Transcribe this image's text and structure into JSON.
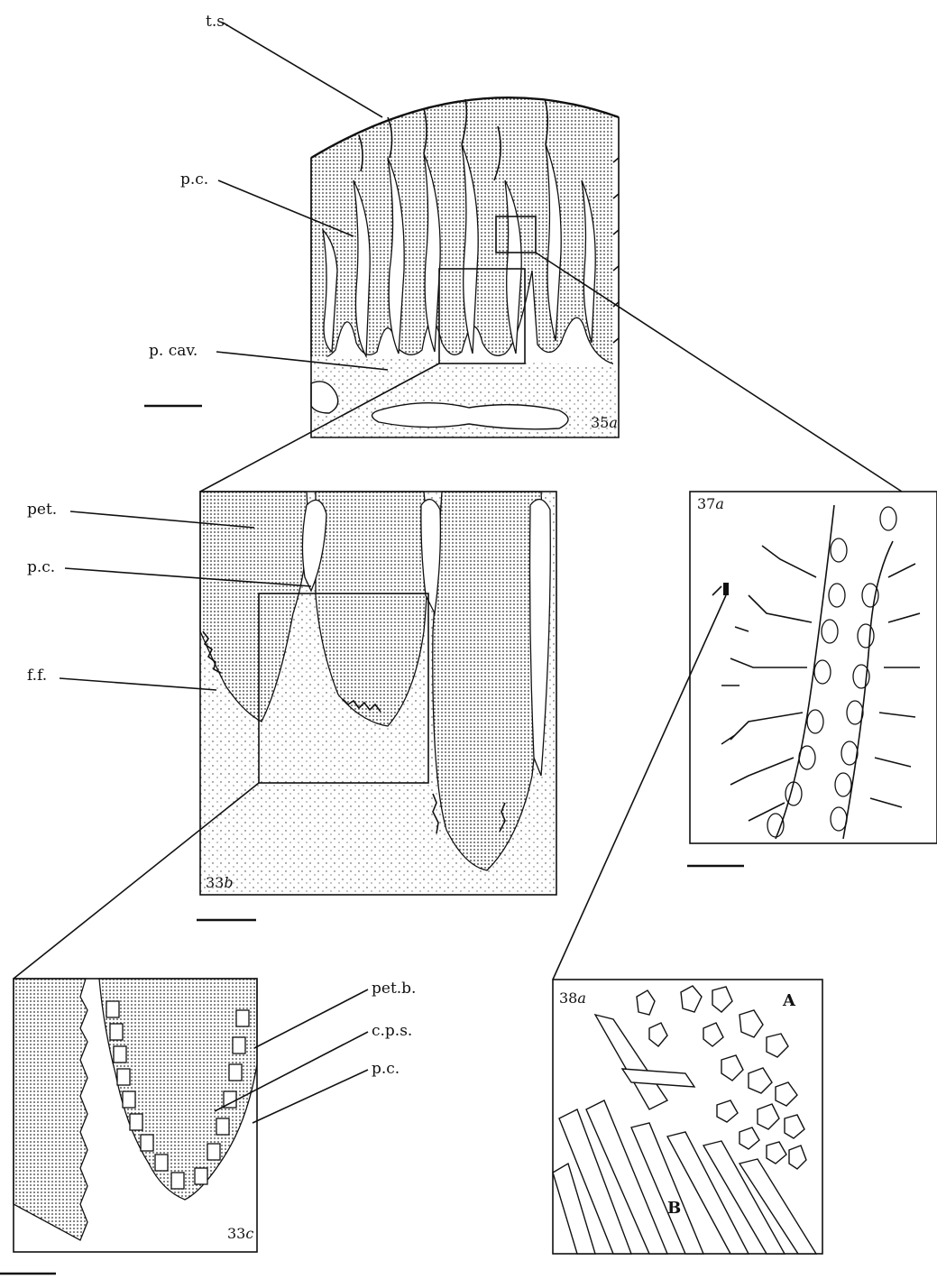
{
  "labels": {
    "ts": "t.s.",
    "pc_35a": "p.c.",
    "pcav": "p. cav.",
    "pet": "pet.",
    "pc_33b": "p.c.",
    "ff": "f.f.",
    "petb": "pet.b.",
    "cps": "c.p.s.",
    "pc_33c": "p.c.",
    "a": "A",
    "b": "B"
  },
  "panels": {
    "p35a": {
      "num": "35",
      "letter": "a"
    },
    "p33b": {
      "num": "33",
      "letter": "b"
    },
    "p33c": {
      "num": "33",
      "letter": "c"
    },
    "p37a": {
      "num": "37",
      "letter": "a"
    },
    "p38a": {
      "num": "38",
      "letter": "a"
    }
  }
}
